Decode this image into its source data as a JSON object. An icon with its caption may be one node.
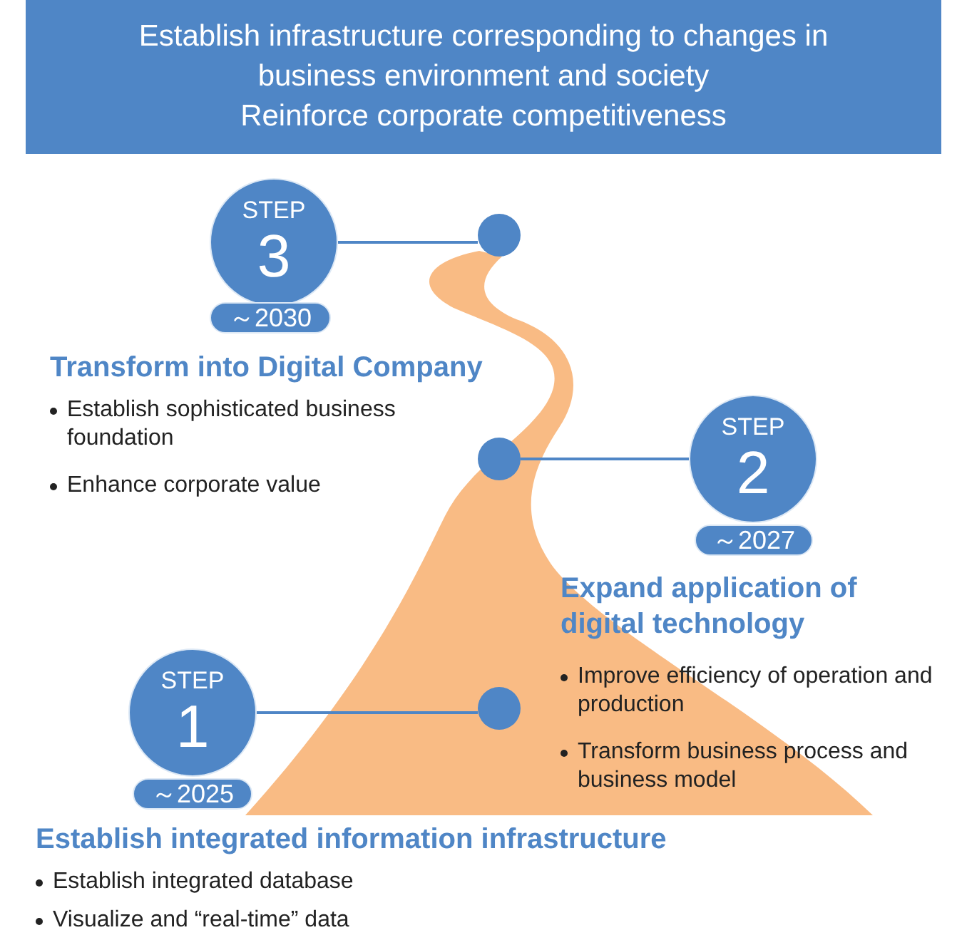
{
  "diagram": {
    "nodes": [
      {
        "text": [
          "Establish infrastructure corresponding to changes in business environment and society",
          "Reinforce corporate competitiveness"
        ]
      },
      {
        "text": [
          "STEP",
          "3"
        ]
      },
      {
        "text": [],
        "shape": "circle"
      },
      {
        "text": [
          "～2030"
        ]
      },
      {
        "text": [],
        "shape": "circle"
      },
      {
        "text": [
          "STEP",
          "2"
        ]
      },
      {
        "text": [
          "～2027"
        ]
      },
      {
        "text": [
          "STEP",
          "1"
        ]
      },
      {
        "text": [],
        "shape": "circle"
      },
      {
        "text": [
          "～2025"
        ]
      }
    ],
    "edges": [
      {
        "from": 1,
        "to": 2,
        "arrow": "none"
      },
      {
        "from": 4,
        "to": 5,
        "arrow": "none"
      },
      {
        "from": 7,
        "to": 8,
        "arrow": "none"
      }
    ],
    "labels": [
      "Transform into Digital Company",
      "Establish sophisticated business foundation",
      "Enhance corporate value",
      "Expand application of digital technology",
      "Improve efficiency of operation and production",
      "Transform business process and business model",
      "Establish integrated information infrastructure",
      "Establish integrated database",
      "Visualize and “real-time” data"
    ]
  }
}
